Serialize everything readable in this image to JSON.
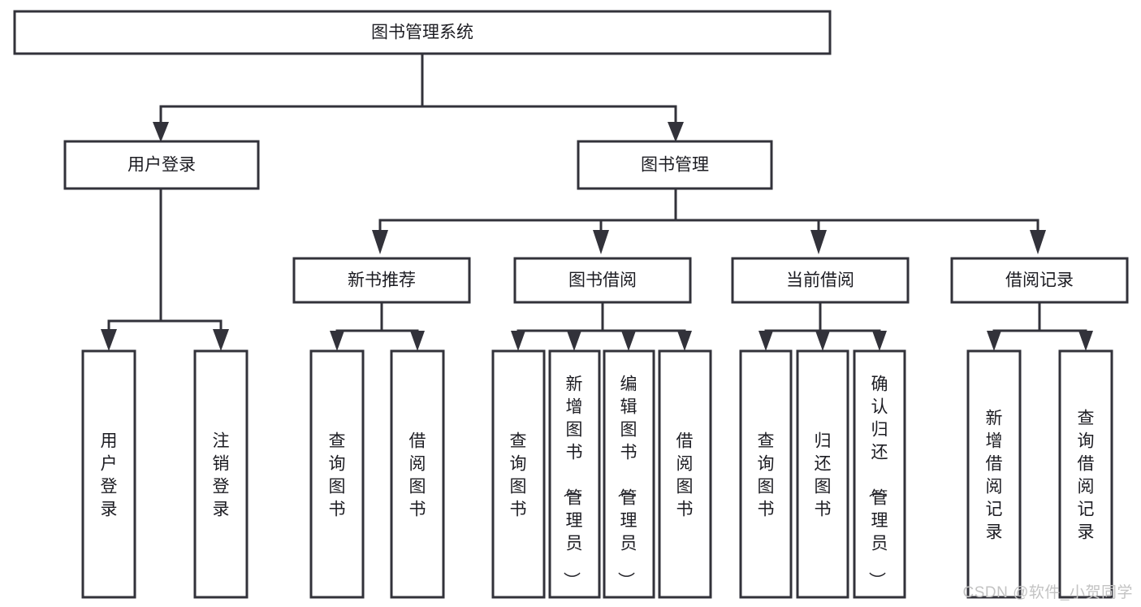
{
  "diagram": {
    "title": "图书管理系统",
    "watermark": "CSDN @软件_小贺同学",
    "colors": {
      "stroke": "#32323a",
      "fill": "#ffffff",
      "text": "#1c1c22",
      "watermark": "#c3c3c3",
      "background": "#ffffff"
    },
    "root": {
      "label": "图书管理系统"
    },
    "level2": [
      {
        "label": "用户登录"
      },
      {
        "label": "图书管理"
      }
    ],
    "level3": [
      {
        "label": "新书推荐"
      },
      {
        "label": "图书借阅"
      },
      {
        "label": "当前借阅"
      },
      {
        "label": "借阅记录"
      }
    ],
    "leaves": {
      "user_login": [
        {
          "label": "用户登录"
        },
        {
          "label": "注销登录"
        }
      ],
      "new_book": [
        {
          "label": "查询图书"
        },
        {
          "label": "借阅图书"
        }
      ],
      "book_borrow": [
        {
          "label": "查询图书"
        },
        {
          "label": "新增图书（管理员）"
        },
        {
          "label": "编辑图书（管理员）"
        },
        {
          "label": "借阅图书"
        }
      ],
      "current_borrow": [
        {
          "label": "查询图书"
        },
        {
          "label": "归还图书"
        },
        {
          "label": "确认归还（管理员）"
        }
      ],
      "borrow_record": [
        {
          "label": "新增借阅记录"
        },
        {
          "label": "查询借阅记录"
        }
      ]
    }
  }
}
